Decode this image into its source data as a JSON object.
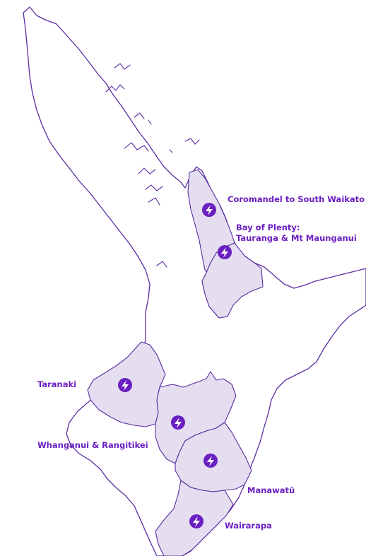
{
  "colors": {
    "region_fill": "#e4def0",
    "coast_stroke": "#5a2ca0",
    "marker": "#6a1fc0",
    "label": "#6a1fc0"
  },
  "icons": {
    "marker": "lightning-bolt-icon"
  },
  "labels": {
    "coromandel": "Coromandel to South Waikato",
    "bay_of_plenty_line1": "Bay of Plenty:",
    "bay_of_plenty_line2": "Tauranga & Mt Maunganui",
    "taranaki": "Taranaki",
    "whanganui": "Whanganui & Rangitikei",
    "manawatu": "Manawatū",
    "wairarapa": "Wairarapa"
  }
}
